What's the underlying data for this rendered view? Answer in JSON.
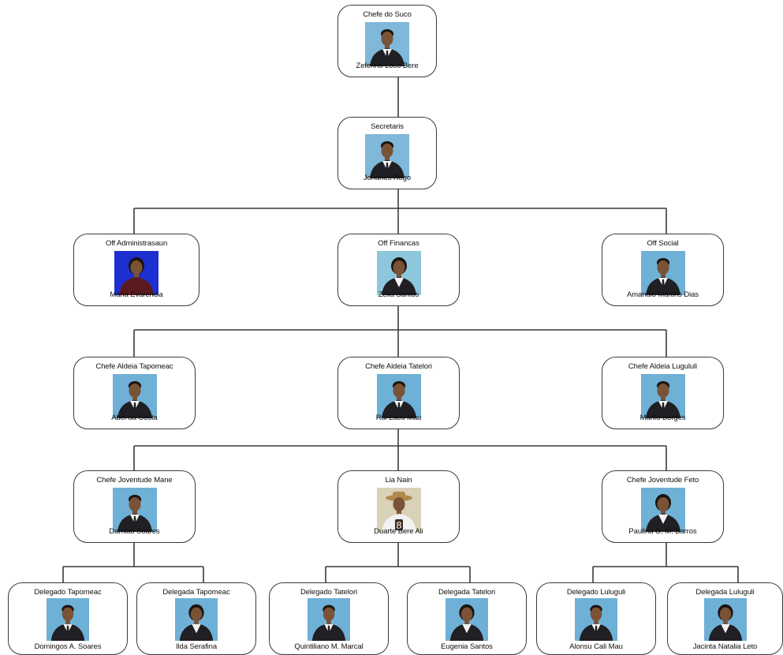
{
  "org_chart": {
    "nodes": [
      {
        "id": "chefe-suco",
        "role": "Chefe do Suco",
        "name": "Zeferino Loco Bere",
        "photo_bg": "#7fb8d8",
        "attire": "suit"
      },
      {
        "id": "secretaris",
        "role": "Secretaris",
        "name": "Johanes Rego",
        "photo_bg": "#7fb8d8",
        "attire": "suit"
      },
      {
        "id": "off-administrasaun",
        "role": "Off Administrasaun",
        "name": "Maria Evarencia",
        "photo_bg": "#1d2fd0",
        "attire": "dress"
      },
      {
        "id": "off-financas",
        "role": "Off Financas",
        "name": "Zelia Santos",
        "photo_bg": "#8ec7dc",
        "attire": "blazer"
      },
      {
        "id": "off-social",
        "role": "Off Social",
        "name": "Amandio Martins Dias",
        "photo_bg": "#6fb0d6",
        "attire": "suit"
      },
      {
        "id": "chefe-aldeia-tapomeac",
        "role": "Chefe Aldeia Tapomeac",
        "name": "Abel da Costa",
        "photo_bg": "#6fb0d6",
        "attire": "suit"
      },
      {
        "id": "chefe-aldeia-tatelori",
        "role": "Chefe Aldeia Tatelori",
        "name": "Rui Lacu Mau",
        "photo_bg": "#6fb0d6",
        "attire": "suit"
      },
      {
        "id": "chefe-aldeia-lugululi",
        "role": "Chefe Aldeia Lugululi",
        "name": "Marito Borges",
        "photo_bg": "#6fb0d6",
        "attire": "suit"
      },
      {
        "id": "chefe-joventude-mane",
        "role": "Chefe Joventude Mane",
        "name": "Damiao Soares",
        "photo_bg": "#6fb0d6",
        "attire": "suit"
      },
      {
        "id": "lia-nain",
        "role": "Lia Nain",
        "name": "Duarte Bere Ali",
        "photo_bg": "#d9d2b8",
        "attire": "traditional"
      },
      {
        "id": "chefe-joventude-feto",
        "role": "Chefe Joventude Feto",
        "name": "Paulina O. M. Barros",
        "photo_bg": "#6fb0d6",
        "attire": "blazer"
      },
      {
        "id": "delegado-tapomeac",
        "role": "Delegado Tapomeac",
        "name": "Domingos A. Soares",
        "photo_bg": "#6fb0d6",
        "attire": "suit"
      },
      {
        "id": "delegada-tapomeac",
        "role": "Delegada Tapomeac",
        "name": "Ilda Serafina",
        "photo_bg": "#6fb0d6",
        "attire": "blazer"
      },
      {
        "id": "delegado-tatelori",
        "role": "Delegado Tatelori",
        "name": "Quintiliano M. Marcal",
        "photo_bg": "#6fb0d6",
        "attire": "suit"
      },
      {
        "id": "delegada-tatelori",
        "role": "Delegada Tatelori",
        "name": "Eugenia Santos",
        "photo_bg": "#6fb0d6",
        "attire": "blazer"
      },
      {
        "id": "delegado-luluguli",
        "role": "Delegado Luluguli",
        "name": "Alonsu Cali Mau",
        "photo_bg": "#6fb0d6",
        "attire": "suit"
      },
      {
        "id": "delegada-luluguli",
        "role": "Delegada Luluguli",
        "name": "Jacinta Natalia Leto",
        "photo_bg": "#6fb0d6",
        "attire": "blazer"
      }
    ],
    "edges": [
      [
        "chefe-suco",
        "secretaris"
      ],
      [
        "secretaris",
        "off-administrasaun"
      ],
      [
        "secretaris",
        "off-financas"
      ],
      [
        "secretaris",
        "off-social"
      ],
      [
        "off-financas",
        "chefe-aldeia-tapomeac"
      ],
      [
        "off-financas",
        "chefe-aldeia-tatelori"
      ],
      [
        "off-financas",
        "chefe-aldeia-lugululi"
      ],
      [
        "chefe-aldeia-tatelori",
        "chefe-joventude-mane"
      ],
      [
        "chefe-aldeia-tatelori",
        "lia-nain"
      ],
      [
        "chefe-aldeia-tatelori",
        "chefe-joventude-feto"
      ],
      [
        "chefe-joventude-mane",
        "delegado-tapomeac"
      ],
      [
        "chefe-joventude-mane",
        "delegada-tapomeac"
      ],
      [
        "lia-nain",
        "delegado-tatelori"
      ],
      [
        "lia-nain",
        "delegada-tatelori"
      ],
      [
        "chefe-joventude-feto",
        "delegado-luluguli"
      ],
      [
        "chefe-joventude-feto",
        "delegada-luluguli"
      ]
    ],
    "colors": {
      "line": "#3a3a3a",
      "border": "#3a3a3a",
      "suit": "#1f1f24",
      "shirt": "#f2f2f2",
      "tie": "#202020",
      "skin": "#7a5236",
      "hair": "#1a1410"
    }
  }
}
